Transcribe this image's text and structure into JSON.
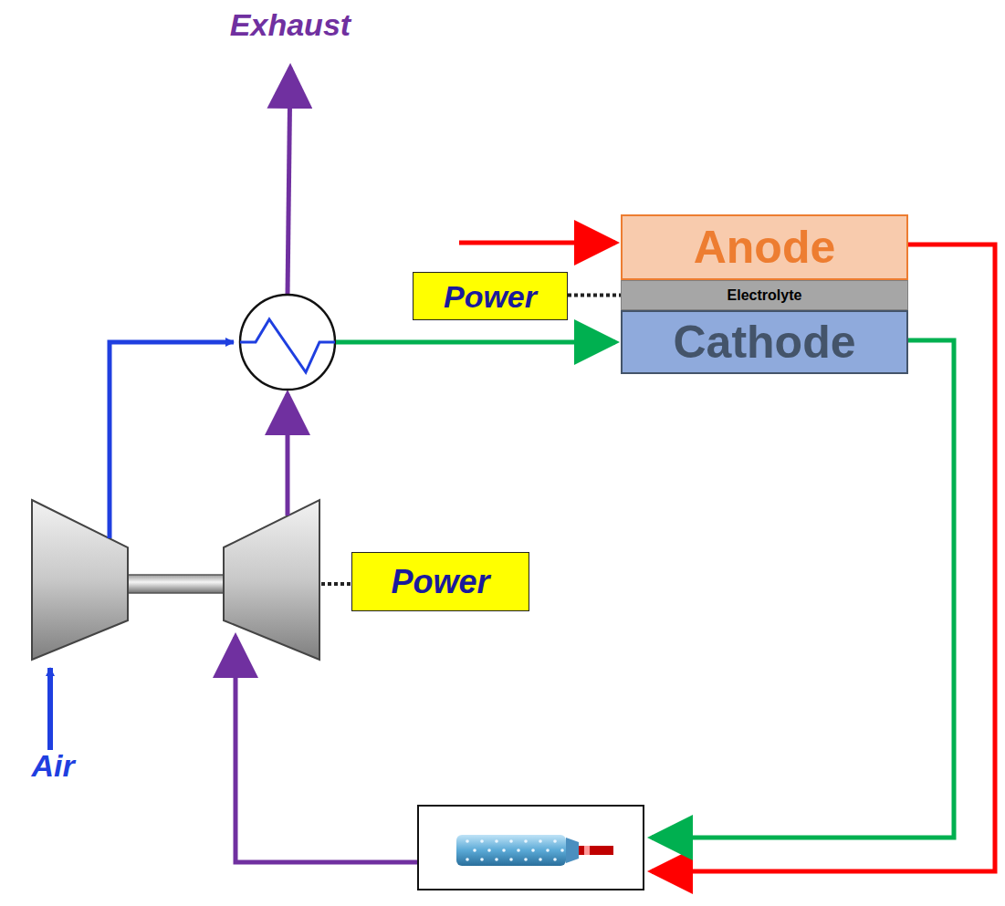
{
  "diagram": {
    "nodes": [
      {
        "text": [
          "Anode"
        ]
      },
      {
        "text": [
          "Electrolyte"
        ]
      },
      {
        "text": [
          "Cathode"
        ]
      },
      {
        "text": [
          "Power"
        ]
      },
      {
        "text": [
          "Power"
        ]
      }
    ],
    "edges": [
      {
        "from": 3,
        "to": 1,
        "arrow": "none"
      }
    ],
    "labels": [
      "Exhaust",
      "Air"
    ]
  }
}
